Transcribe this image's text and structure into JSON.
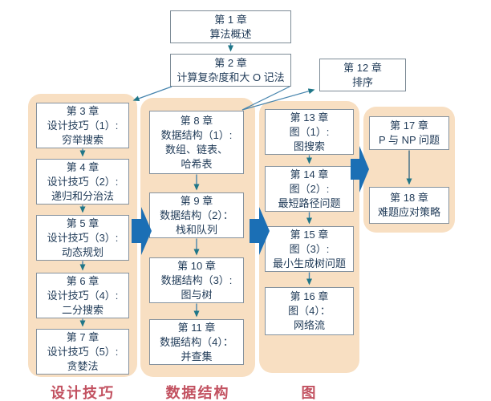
{
  "colors": {
    "group_background": "#f8dfc2",
    "box_border": "#85929e",
    "box_text": "#1f3a57",
    "big_arrow_blue": "#1b6fb5",
    "connector_line": "#4684ad",
    "connector_head": "#1f7688",
    "group_label_red": "#c25160"
  },
  "top_chapters": {
    "ch1": {
      "lines": [
        "第 1 章",
        "算法概述"
      ]
    },
    "ch2": {
      "lines": [
        "第 2 章",
        "计算复杂度和大 O 记法"
      ]
    },
    "ch12": {
      "lines": [
        "第 12 章",
        "排序"
      ]
    }
  },
  "groups": [
    {
      "label": "设计技巧",
      "chapters": [
        {
          "lines": [
            "第 3 章",
            "设计技巧（1）:",
            "穷举搜索"
          ]
        },
        {
          "lines": [
            "第 4 章",
            "设计技巧（2）:",
            "递归和分治法"
          ]
        },
        {
          "lines": [
            "第 5 章",
            "设计技巧（3）:",
            "动态规划"
          ]
        },
        {
          "lines": [
            "第 6 章",
            "设计技巧（4）:",
            "二分搜索"
          ]
        },
        {
          "lines": [
            "第 7 章",
            "设计技巧（5）:",
            "贪婪法"
          ]
        }
      ]
    },
    {
      "label": "数据结构",
      "chapters": [
        {
          "lines": [
            "第 8 章",
            "数据结构（1）:",
            "数组、链表、",
            "哈希表"
          ]
        },
        {
          "lines": [
            "第 9 章",
            "数据结构（2）：",
            "栈和队列"
          ]
        },
        {
          "lines": [
            "第 10 章",
            "数据结构（3）:",
            "图与树"
          ]
        },
        {
          "lines": [
            "第 11 章",
            "数据结构（4）：",
            "并查集"
          ]
        }
      ]
    },
    {
      "label": "图",
      "chapters": [
        {
          "lines": [
            "第 13 章",
            "图（1）:",
            "图搜索"
          ]
        },
        {
          "lines": [
            "第 14 章",
            "图（2）:",
            "最短路径问题"
          ]
        },
        {
          "lines": [
            "第 15 章",
            "图（3）:",
            "最小生成树问题"
          ]
        },
        {
          "lines": [
            "第 16 章",
            "图（4）：",
            "网络流"
          ]
        }
      ]
    },
    {
      "label": "",
      "chapters": [
        {
          "lines": [
            "第 17 章",
            "P 与 NP 问题"
          ]
        },
        {
          "lines": [
            "第 18 章",
            "难题应对策略"
          ]
        }
      ]
    }
  ]
}
